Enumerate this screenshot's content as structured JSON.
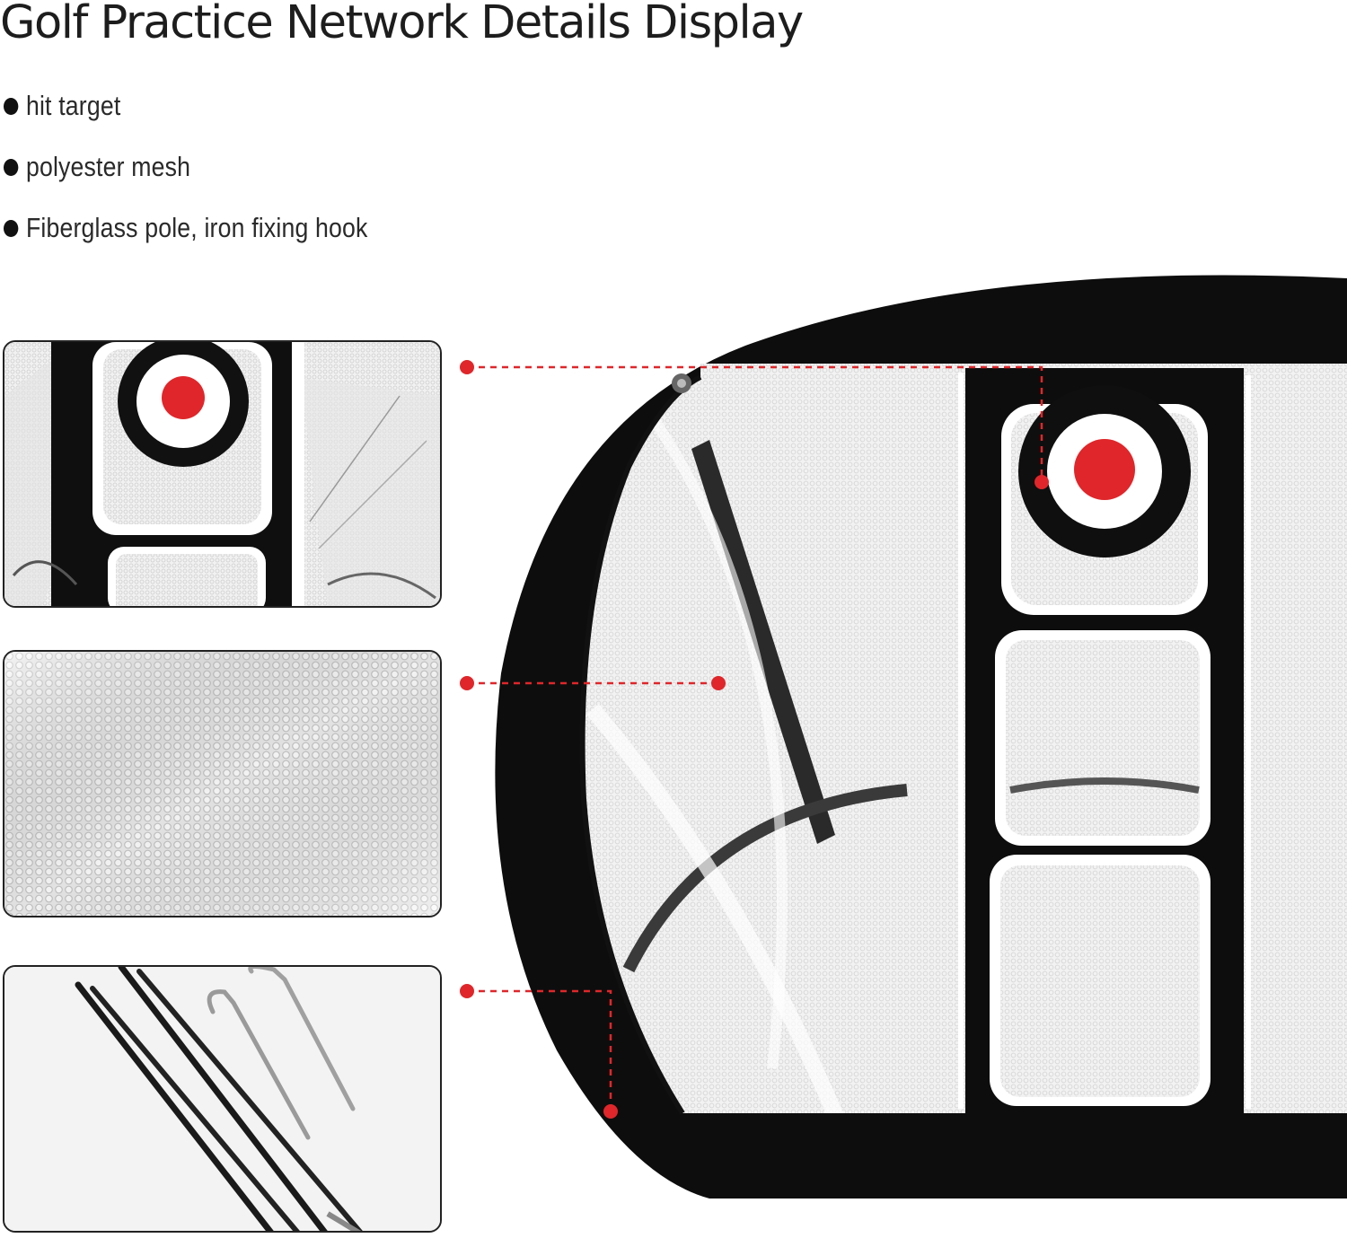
{
  "title": "Golf Practice Network Details Display",
  "features": [
    {
      "label": "hit target"
    },
    {
      "label": "polyester mesh"
    },
    {
      "label": "Fiberglass pole, iron fixing hook"
    }
  ],
  "panels": [
    {
      "icon": "target-net-detail-photo"
    },
    {
      "icon": "polyester-mesh-detail-photo"
    },
    {
      "icon": "fiberglass-poles-and-hooks-photo"
    }
  ],
  "colors": {
    "accent_red": "#e0262a",
    "frame_black": "#0d0d0d",
    "mesh_gray": "#e9e9e9"
  }
}
